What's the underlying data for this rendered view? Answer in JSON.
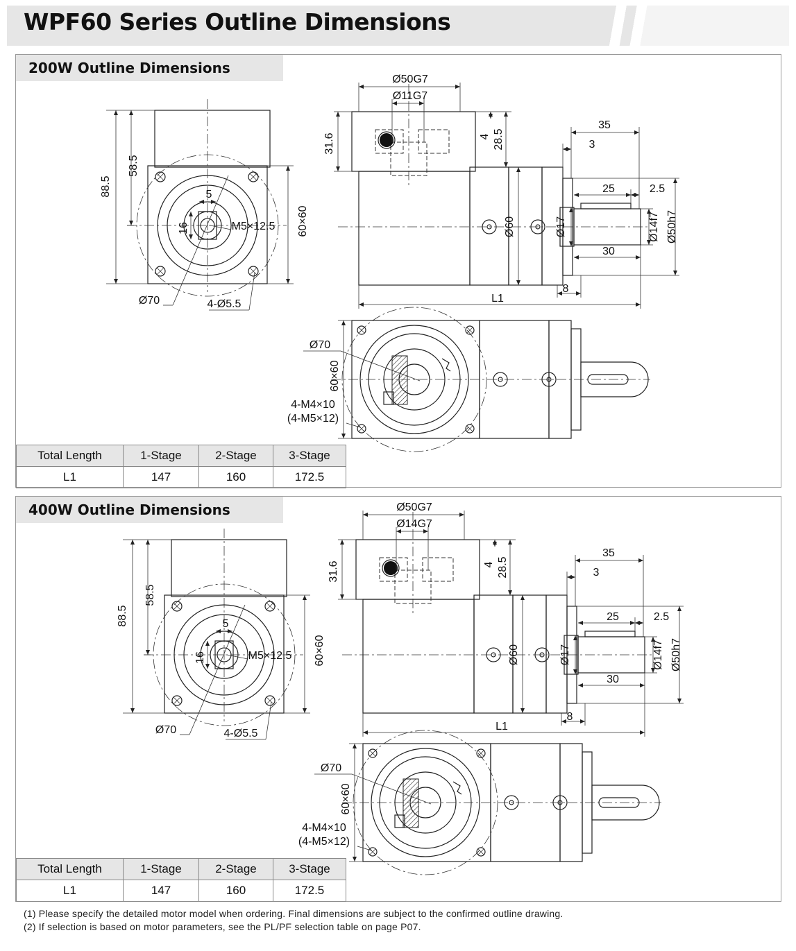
{
  "page": {
    "title": "WPF60 Series Outline Dimensions"
  },
  "sections": [
    {
      "heading": "200W Outline Dimensions",
      "labels": {
        "d_bore_fit": "Ø50G7",
        "d_shaft_fit": "Ø11G7",
        "h_flange": "31.6",
        "h_four": "4",
        "h_285": "28.5",
        "l_35": "35",
        "l_3": "3",
        "l_25": "25",
        "l_25b": "2.5",
        "l_30": "30",
        "d_14f7": "Ø14f7",
        "d_50h7": "Ø50h7",
        "d_17": "Ø17",
        "d_60": "Ø60",
        "l_8": "8",
        "l1": "L1",
        "h_885": "88.5",
        "h_585": "58.5",
        "w_5": "5",
        "w_16": "16",
        "m5": "M5×12.5",
        "sq_60": "60×60",
        "d_70": "Ø70",
        "holes": "4-Ø5.5",
        "sq_60b": "60×60",
        "d_70b": "Ø70",
        "m4": "4-M4×10",
        "m5b": "(4-M5×12)"
      },
      "table": {
        "header": [
          "Total Length",
          "1-Stage",
          "2-Stage",
          "3-Stage"
        ],
        "rows": [
          [
            "L1",
            "147",
            "160",
            "172.5"
          ]
        ]
      }
    },
    {
      "heading": "400W Outline Dimensions",
      "labels": {
        "d_bore_fit": "Ø50G7",
        "d_shaft_fit": "Ø14G7",
        "h_flange": "31.6",
        "h_four": "4",
        "h_285": "28.5",
        "l_35": "35",
        "l_3": "3",
        "l_25": "25",
        "l_25b": "2.5",
        "l_30": "30",
        "d_14f7": "Ø14f7",
        "d_50h7": "Ø50h7",
        "d_17": "Ø17",
        "d_60": "Ø60",
        "l_8": "8",
        "l1": "L1",
        "h_885": "88.5",
        "h_585": "58.5",
        "w_5": "5",
        "w_16": "16",
        "m5": "M5×12.5",
        "sq_60": "60×60",
        "d_70": "Ø70",
        "holes": "4-Ø5.5",
        "sq_60b": "60×60",
        "d_70b": "Ø70",
        "m4": "4-M4×10",
        "m5b": "(4-M5×12)"
      },
      "table": {
        "header": [
          "Total Length",
          "1-Stage",
          "2-Stage",
          "3-Stage"
        ],
        "rows": [
          [
            "L1",
            "147",
            "160",
            "172.5"
          ]
        ]
      }
    }
  ],
  "notes": [
    "(1)  Please specify the detailed motor model when ordering. Final dimensions are subject to the confirmed outline drawing.",
    "(2)  If selection is based on motor parameters, see the PL/PF selection table on page P07."
  ]
}
